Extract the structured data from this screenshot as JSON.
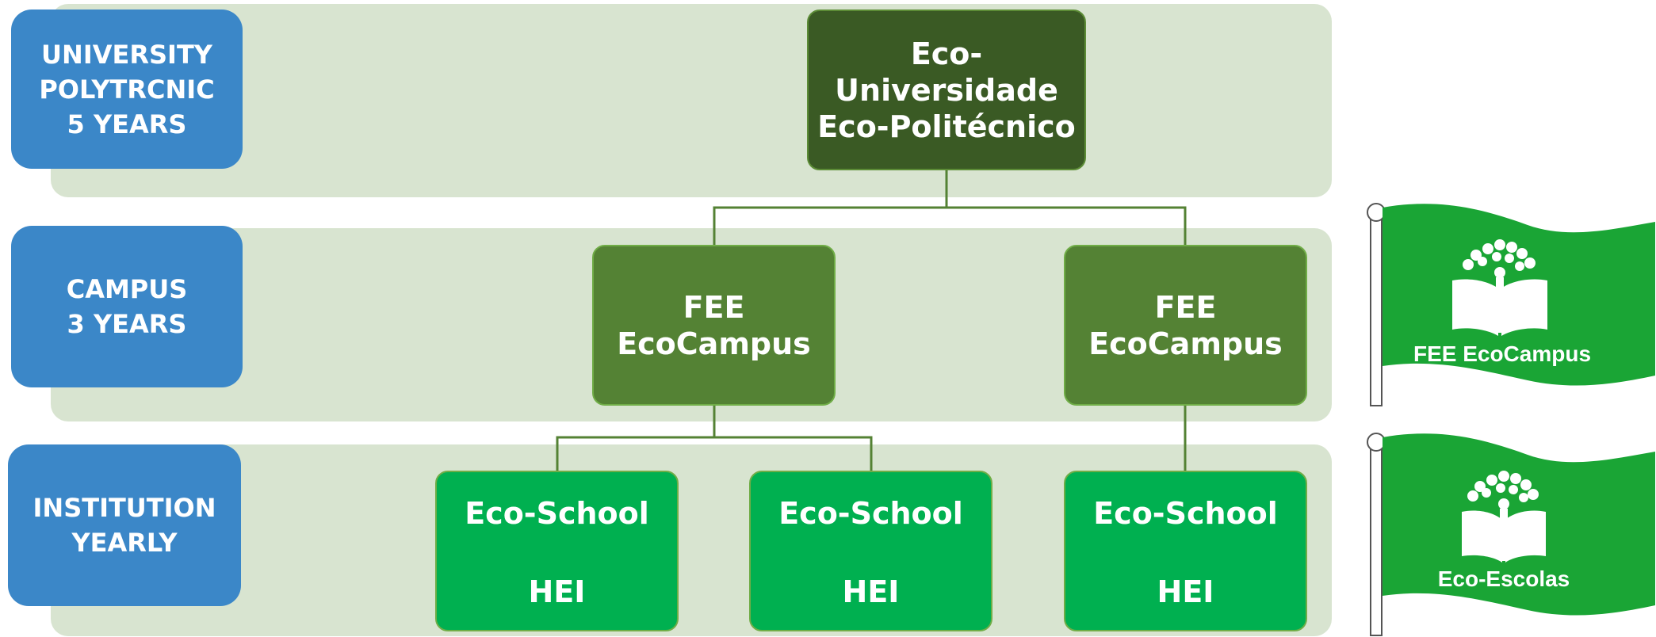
{
  "levels": [
    {
      "lines": [
        "UNIVERSITY",
        "POLYTRCNIC",
        "5 YEARS"
      ]
    },
    {
      "lines": [
        "CAMPUS",
        "3 YEARS"
      ]
    },
    {
      "lines": [
        "INSTITUTION",
        "YEARLY"
      ]
    }
  ],
  "top_node": {
    "lines": [
      "Eco-",
      "Universidade",
      "Eco-Politécnico"
    ]
  },
  "campus_nodes": [
    {
      "line1": "FEE",
      "line2": "EcoCampus"
    },
    {
      "line1": "FEE",
      "line2": "EcoCampus"
    }
  ],
  "school_nodes": [
    {
      "name": "Eco-School",
      "type": "HEI"
    },
    {
      "name": "Eco-School",
      "type": "HEI"
    },
    {
      "name": "Eco-School",
      "type": "HEI"
    }
  ],
  "flags": [
    {
      "label": "FEE EcoCampus",
      "icon": "tree-book-logo"
    },
    {
      "label": "Eco-Escolas",
      "icon": "tree-book-logo"
    }
  ],
  "colors": {
    "band": "#d8e4d0",
    "level": "#3b87c8",
    "top_node": "#3a5a24",
    "campus_node": "#548234",
    "school_node": "#00b050",
    "connector": "#548234",
    "flag": "#1aa535"
  }
}
